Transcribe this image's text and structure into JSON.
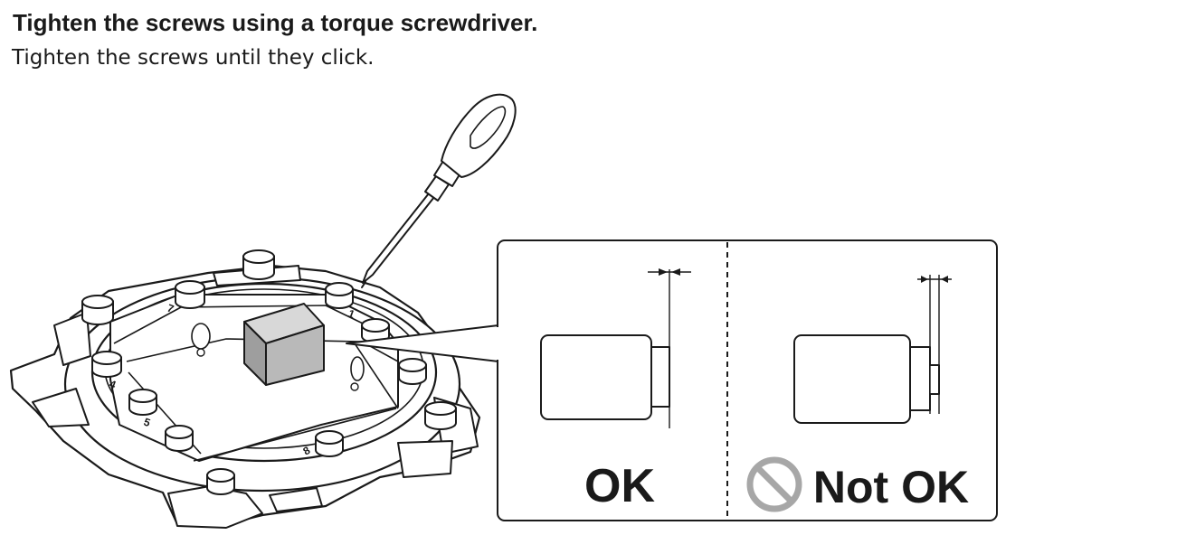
{
  "instruction": {
    "title": "Tighten the screws using a torque screwdriver.",
    "detail": "Tighten the screws until they click."
  },
  "callout": {
    "ok_label": "OK",
    "not_ok_label": "Not OK"
  },
  "screw_numbers": [
    "7",
    "1",
    "4",
    "5",
    "8"
  ],
  "colors": {
    "ink": "#1a1a1a",
    "block": "#b9b9b9",
    "prohibit": "#a7a7a7"
  },
  "icons": {
    "prohibit": "prohibition-icon"
  }
}
